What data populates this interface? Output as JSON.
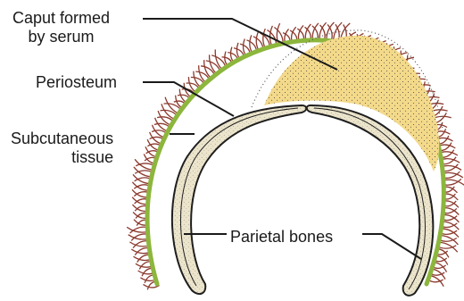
{
  "labels": {
    "caput_line1": "Caput formed",
    "caput_line2": "by serum",
    "periosteum": "Periosteum",
    "subcutaneous_line1": "Subcutaneous",
    "subcutaneous_line2": "tissue",
    "parietal": "Parietal bones"
  },
  "colors": {
    "hair": "#8b3a2e",
    "scalp": "#8cb63c",
    "caput": "#f3d98a",
    "bone_fill": "#ece5cc",
    "outline": "#1e1e1e",
    "background": "#ffffff"
  }
}
